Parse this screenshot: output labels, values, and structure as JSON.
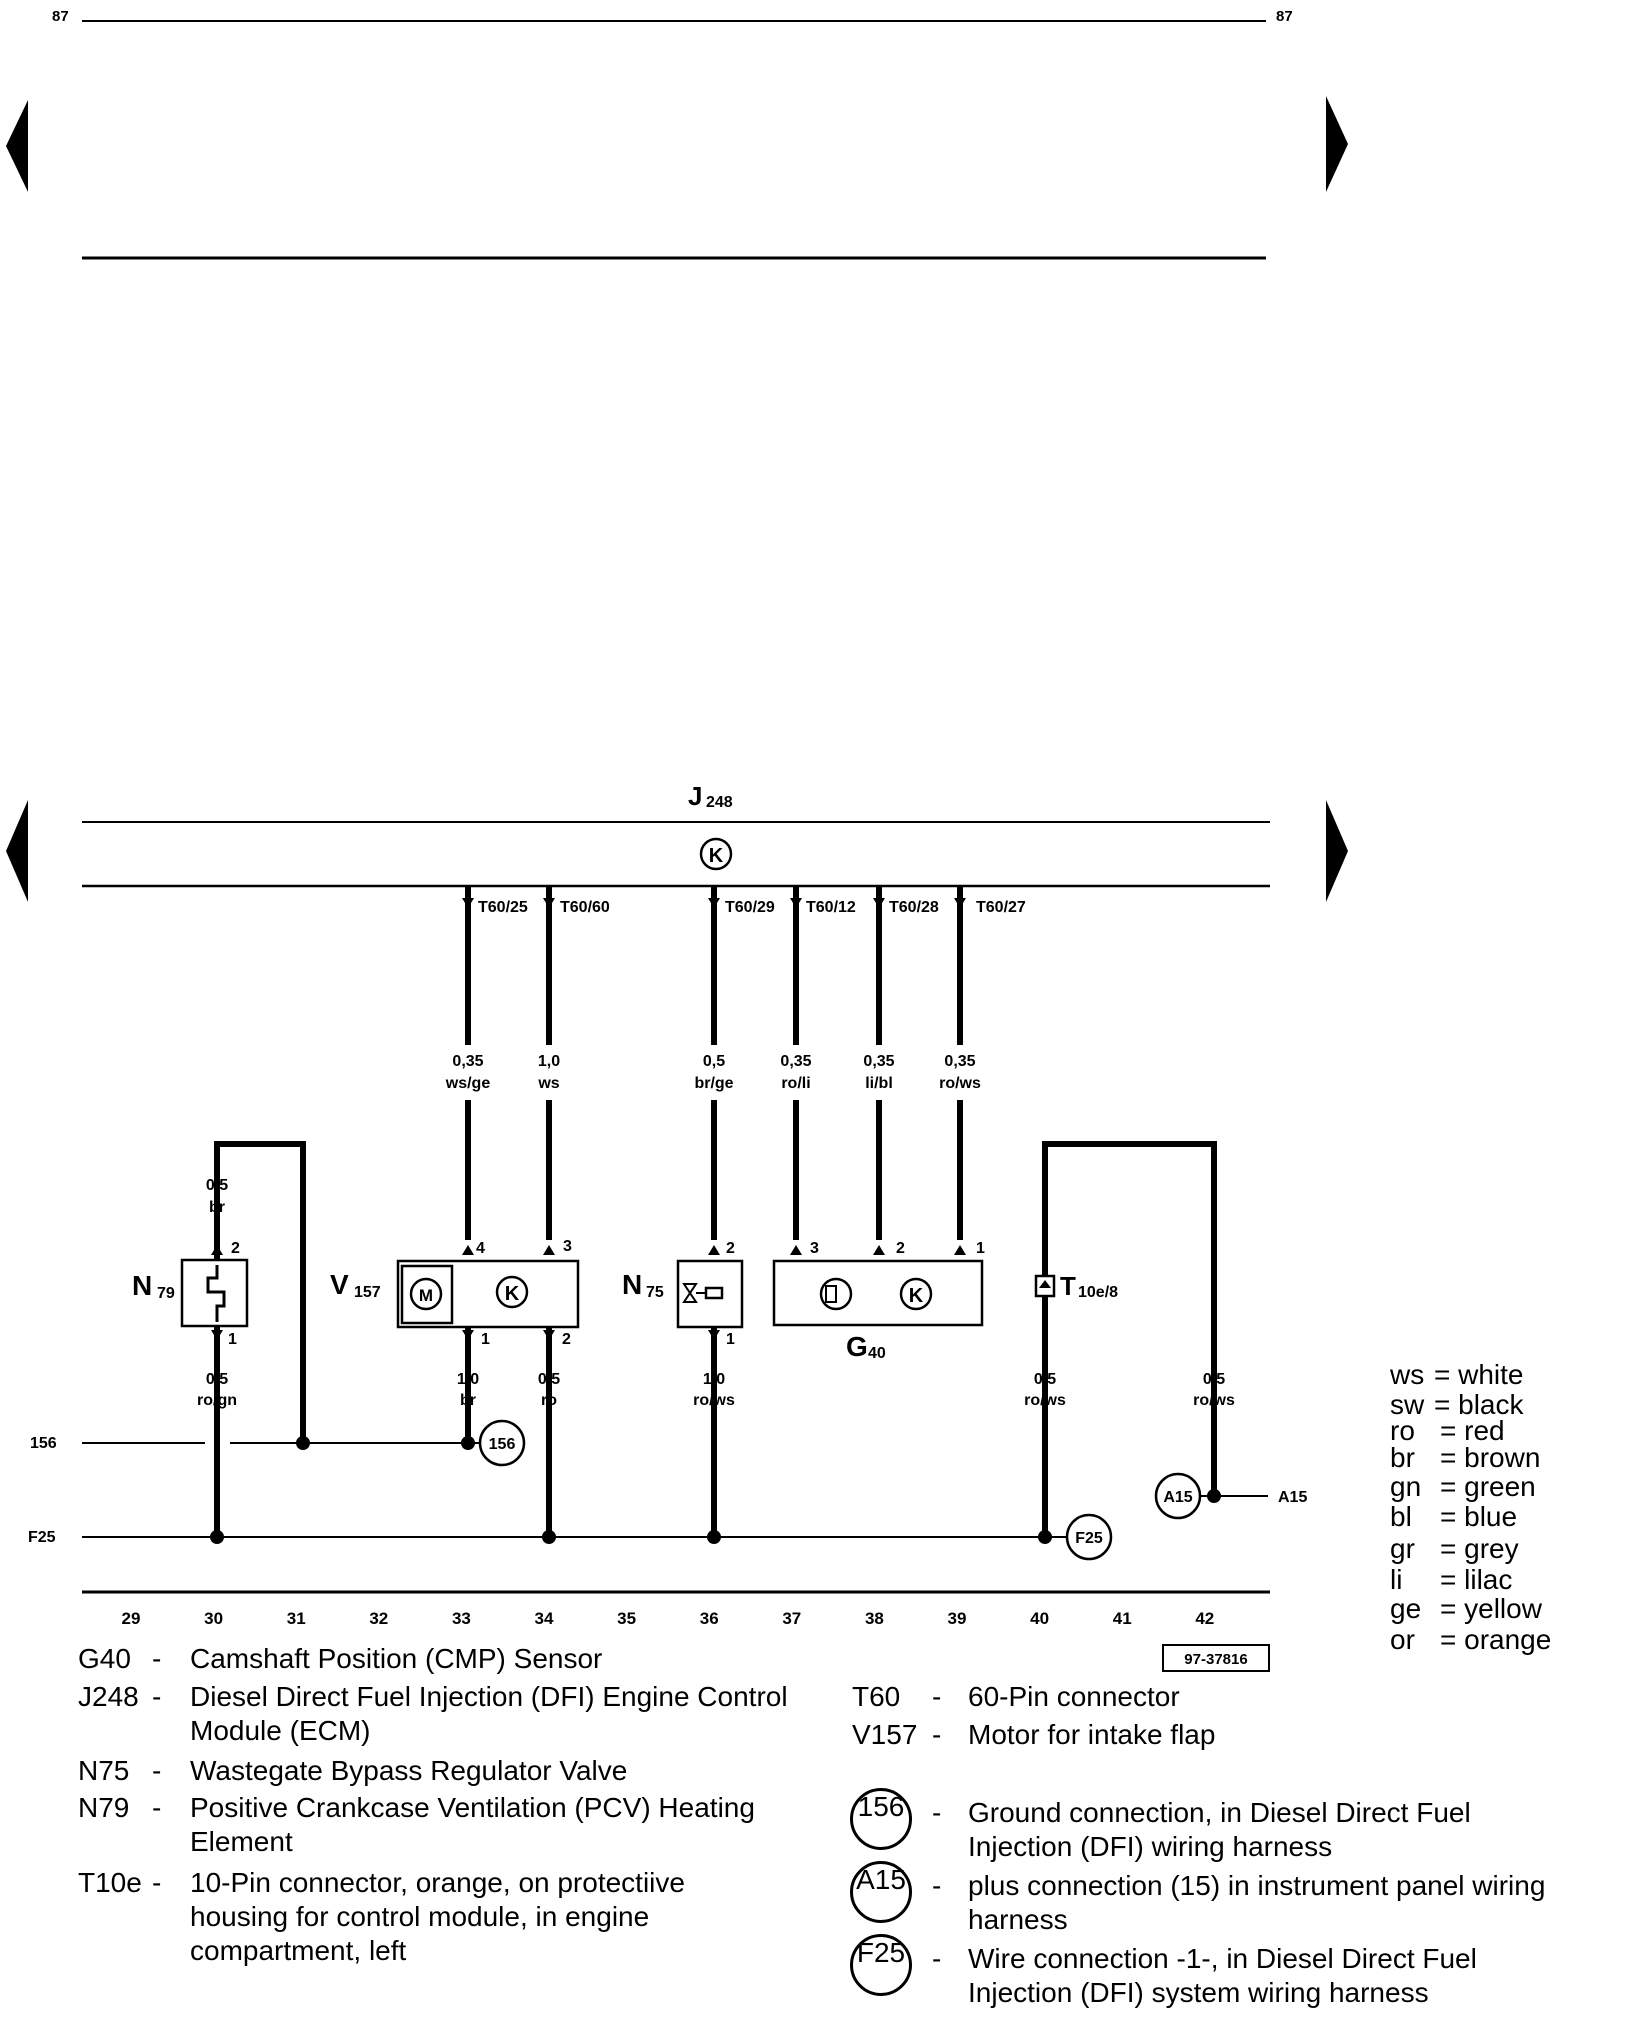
{
  "page": {
    "number_left": "87",
    "number_right": "87"
  },
  "control_module": {
    "label_main": "J",
    "label_sub": "248",
    "symbol": "K",
    "pins": [
      {
        "id": "p25",
        "label": "T60/25"
      },
      {
        "id": "p60",
        "label": "T60/60"
      },
      {
        "id": "p29",
        "label": "T60/29"
      },
      {
        "id": "p12",
        "label": "T60/12"
      },
      {
        "id": "p28",
        "label": "T60/28"
      },
      {
        "id": "p27",
        "label": "T60/27"
      }
    ]
  },
  "wires": [
    {
      "gauge": "0,35",
      "color": "ws/ge"
    },
    {
      "gauge": "1,0",
      "color": "ws"
    },
    {
      "gauge": "0,5",
      "color": "br/ge"
    },
    {
      "gauge": "0,35",
      "color": "ro/li"
    },
    {
      "gauge": "0,35",
      "color": "li/bl"
    },
    {
      "gauge": "0,35",
      "color": "ro/ws"
    },
    {
      "gauge": "0,5",
      "color": "br"
    },
    {
      "gauge": "0,5",
      "color": "ro/gn"
    },
    {
      "gauge": "1,0",
      "color": "br"
    },
    {
      "gauge": "0,5",
      "color": "ro"
    },
    {
      "gauge": "1,0",
      "color": "ro/ws"
    },
    {
      "gauge": "0,5",
      "color": "ro/ws"
    },
    {
      "gauge": "0,5",
      "color": "ro/ws"
    }
  ],
  "components": {
    "n79": {
      "main": "N",
      "sub": "79",
      "pin_top": "2",
      "pin_bottom": "1"
    },
    "v157": {
      "main": "V",
      "sub": "157",
      "motor": "M",
      "symbol": "K",
      "pin_a": "4",
      "pin_b": "3",
      "pin_c": "1",
      "pin_d": "2"
    },
    "n75": {
      "main": "N",
      "sub": "75",
      "pin_top": "2",
      "pin_bottom": "1"
    },
    "g40": {
      "main": "G",
      "sub": "40",
      "symbol": "K",
      "pin_a": "3",
      "pin_b": "2",
      "pin_c": "1"
    },
    "t10e": {
      "main": "T",
      "sub": "10e/8"
    }
  },
  "connections": {
    "c156": "156",
    "a15": "A15",
    "f25": "F25",
    "line_156": "156",
    "line_f25": "F25",
    "line_a15": "A15"
  },
  "track_numbers": [
    "29",
    "30",
    "31",
    "32",
    "33",
    "34",
    "35",
    "36",
    "37",
    "38",
    "39",
    "40",
    "41",
    "42"
  ],
  "figure_id": "97-37816",
  "color_key": [
    {
      "code": "ws",
      "name": "white"
    },
    {
      "code": "sw",
      "name": "black"
    },
    {
      "code": "ro",
      "name": "red"
    },
    {
      "code": "br",
      "name": "brown"
    },
    {
      "code": "gn",
      "name": "green"
    },
    {
      "code": "bl",
      "name": "blue"
    },
    {
      "code": "gr",
      "name": "grey"
    },
    {
      "code": "li",
      "name": "lilac"
    },
    {
      "code": "ge",
      "name": "yellow"
    },
    {
      "code": "or",
      "name": "orange"
    }
  ],
  "legend_left": [
    {
      "code": "G40",
      "desc": "Camshaft Position (CMP) Sensor"
    },
    {
      "code": "J248",
      "desc": "Diesel Direct Fuel Injection (DFI) Engine Control Module (ECM)"
    },
    {
      "code": "N75",
      "desc": "Wastegate Bypass Regulator Valve"
    },
    {
      "code": "N79",
      "desc": "Positive Crankcase Ventilation (PCV) Heating Element"
    },
    {
      "code": "T10e",
      "desc": "10-Pin connector, orange, on protectiive housing for control module, in engine compartment, left"
    }
  ],
  "legend_right": [
    {
      "code": "T60",
      "desc": "60-Pin connector"
    },
    {
      "code": "V157",
      "desc": "Motor for intake flap"
    }
  ],
  "legend_circles": [
    {
      "code": "156",
      "desc": "Ground connection, in Diesel Direct Fuel Injection (DFI) wiring harness"
    },
    {
      "code": "A15",
      "desc": "plus connection (15) in instrument panel wiring harness"
    },
    {
      "code": "F25",
      "desc": "Wire connection -1-, in Diesel Direct Fuel Injection (DFI) system wiring harness"
    }
  ]
}
